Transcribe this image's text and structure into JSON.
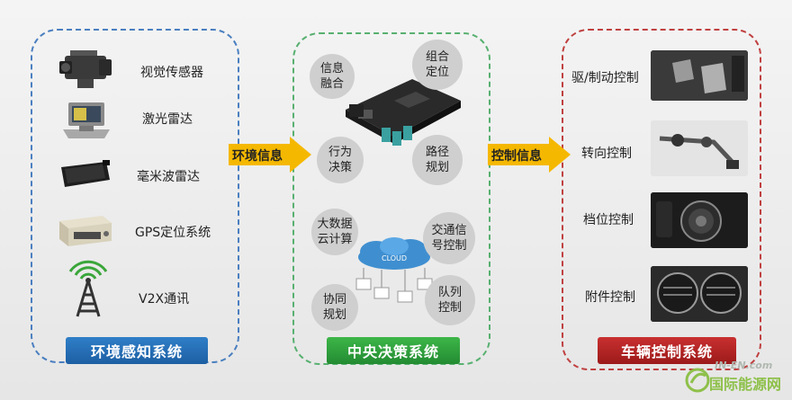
{
  "env": {
    "items": [
      {
        "label": "视觉传感器",
        "icon": "camera-sensor-icon"
      },
      {
        "label": "激光雷达",
        "icon": "lidar-icon"
      },
      {
        "label": "毫米波雷达",
        "icon": "mmwave-radar-icon"
      },
      {
        "label": "GPS定位系统",
        "icon": "gps-unit-icon"
      },
      {
        "label": "V2X通讯",
        "icon": "v2x-tower-icon"
      }
    ],
    "footer": "环境感知系统"
  },
  "arrows": {
    "env_info": "环境信息",
    "control_info": "控制信息"
  },
  "central": {
    "bubbles_top": [
      {
        "label": "信息\n融合"
      },
      {
        "label": "组合\n定位"
      },
      {
        "label": "行为\n决策"
      },
      {
        "label": "路径\n规划"
      }
    ],
    "bubbles_bottom": [
      {
        "label": "大数据\n云计算"
      },
      {
        "label": "交通信\n号控制"
      },
      {
        "label": "协同\n规划"
      },
      {
        "label": "队列\n控制"
      }
    ],
    "cloud_label": "CLOUD",
    "footer": "中央决策系统"
  },
  "vehicle": {
    "items": [
      {
        "label": "驱/制动控制",
        "icon": "pedals-icon"
      },
      {
        "label": "转向控制",
        "icon": "steering-rack-icon"
      },
      {
        "label": "档位控制",
        "icon": "gear-knob-icon"
      },
      {
        "label": "附件控制",
        "icon": "air-vent-icon"
      }
    ],
    "footer": "车辆控制系统"
  },
  "watermark": {
    "top": "IN-EN.com",
    "main": "国际能源网"
  },
  "colors": {
    "env": "#2f7fc8",
    "central": "#3db648",
    "vehicle": "#c93030",
    "arrow": "#f5b800"
  }
}
